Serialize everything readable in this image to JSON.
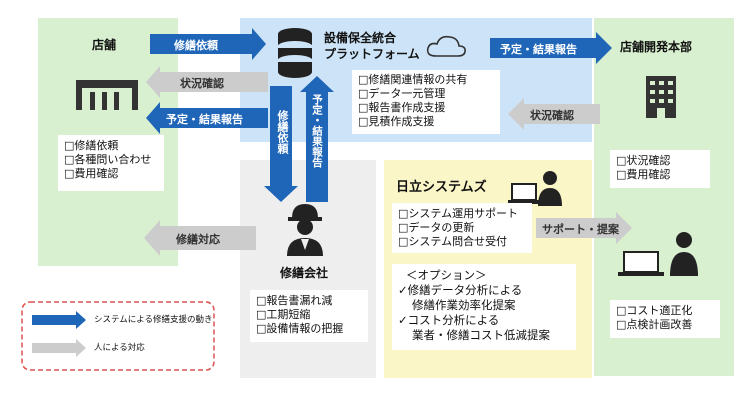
{
  "store": {
    "title": "店舗",
    "items": [
      "□修繕依頼",
      "□各種問い合わせ",
      "□費用確認"
    ]
  },
  "platform": {
    "title_line1": "設備保全統合",
    "title_line2": "プラットフォーム",
    "items": [
      "□修繕関連情報の共有",
      "□データ一元管理",
      "□報告書作成支援",
      "□見積作成支援"
    ]
  },
  "hq": {
    "title": "店舗開発本部",
    "items_top": [
      "□状況確認",
      "□費用確認"
    ],
    "items_bottom": [
      "□コスト適正化",
      "□点検計画改善"
    ]
  },
  "hitachi": {
    "title": "日立システムズ",
    "items": [
      "□システム運用サポート",
      "□データの更新",
      "□システム問合せ受付"
    ],
    "option_title": "＜オプション＞",
    "option_lines": [
      "✓修繕データ分析による",
      "修繕作業効率化提案",
      "✓コスト分析による",
      "業者・修繕コスト低減提案"
    ]
  },
  "contractor": {
    "title": "修繕会社",
    "items": [
      "□報告書漏れ減",
      "□工期短縮",
      "□設備情報の把握"
    ]
  },
  "arrows": {
    "repair_request": "修繕依頼",
    "status_check_left": "状況確認",
    "plan_result_left": "予定・結果報告",
    "plan_result_right": "予定・結果報告",
    "status_check_right": "状況確認",
    "repair_request_down": "修繕依頼",
    "plan_result_up": "予定・結果報告",
    "repair_response": "修繕対応",
    "support": "サポート・提案"
  },
  "legend": {
    "blue_label": "システムによる修繕支援の動き",
    "gray_label": "人による対応"
  },
  "colors": {
    "blue_arrow": "#1f66b8",
    "gray_arrow": "#cccccc",
    "green_panel": "#d8f0cf",
    "blue_panel": "#cde3f7",
    "legend_border": "#e05050"
  }
}
